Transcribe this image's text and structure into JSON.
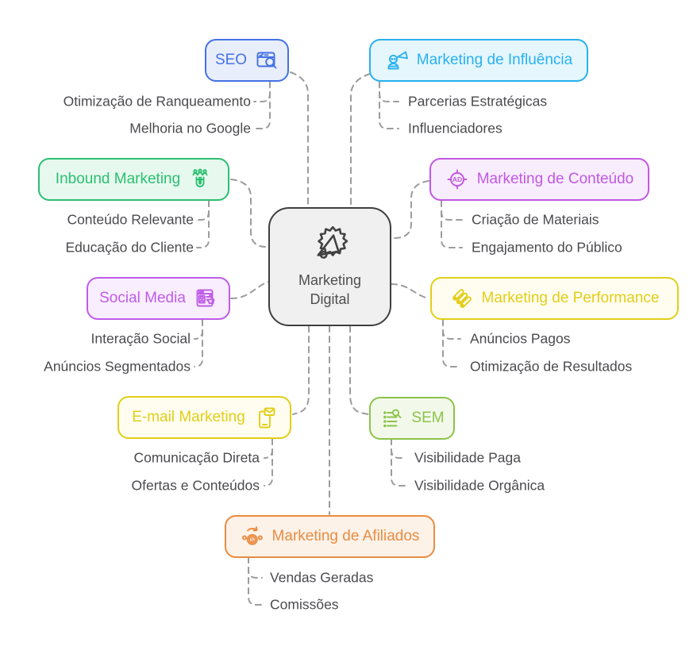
{
  "center": {
    "label_line1": "Marketing",
    "label_line2": "Digital",
    "icon": "megaphone-badge-icon"
  },
  "branches": [
    {
      "key": "seo",
      "label": "SEO",
      "icon": "browser-search-icon",
      "accent": "#4472e4",
      "fill": "#e8eefc",
      "children": [
        "Otimização de Ranqueamento",
        "Melhoria no Google"
      ]
    },
    {
      "key": "influencia",
      "label": "Marketing de Influência",
      "icon": "influencer-megaphone-icon",
      "accent": "#29b1ee",
      "fill": "#e5f6fd",
      "children": [
        "Parcerias Estratégicas",
        "Influenciadores"
      ]
    },
    {
      "key": "inbound",
      "label": "Inbound Marketing",
      "icon": "magnet-people-icon",
      "accent": "#2cbf71",
      "fill": "#e7f9ef",
      "children": [
        "Conteúdo Relevante",
        "Educação do Cliente"
      ]
    },
    {
      "key": "conteudo",
      "label": "Marketing de Conteúdo",
      "icon": "ad-target-icon",
      "icon_text": "AD",
      "accent": "#c158e2",
      "fill": "#f8edfc",
      "children": [
        "Criação de Materiais",
        "Engajamento do Público"
      ]
    },
    {
      "key": "social",
      "label": "Social Media",
      "icon": "browser-profile-click-icon",
      "accent": "#bf5ce9",
      "fill": "#f9eefd",
      "children": [
        "Interação Social",
        "Anúncios Segmentados"
      ]
    },
    {
      "key": "performance",
      "label": "Marketing de Performance",
      "icon": "diagonal-banners-icon",
      "accent": "#e2ce18",
      "fill": "#fffdf0",
      "children": [
        "Anúncios Pagos",
        "Otimização de Resultados"
      ]
    },
    {
      "key": "email",
      "label": "E-mail Marketing",
      "icon": "phone-mail-icon",
      "accent": "#e2ce18",
      "fill": "#fffdf0",
      "children": [
        "Comunicação Direta",
        "Ofertas e Conteúdos"
      ]
    },
    {
      "key": "sem",
      "label": "SEM",
      "icon": "list-search-icon",
      "accent": "#8bc34a",
      "fill": "#f3f9ea",
      "children": [
        "Visibilidade Paga",
        "Visibilidade Orgânica"
      ]
    },
    {
      "key": "afiliados",
      "label": "Marketing de Afiliados",
      "icon": "coin-referral-icon",
      "icon_text": "$",
      "accent": "#e98c42",
      "fill": "#fdf2e8",
      "children": [
        "Vendas Geradas",
        "Comissões"
      ]
    }
  ],
  "colors": {
    "connector": "#9c9c9c",
    "subtopic_text": "#4b4b4f",
    "center_border": "#3f3f3f",
    "center_fill": "#f0f0f0",
    "center_text": "#4f4f4f"
  }
}
